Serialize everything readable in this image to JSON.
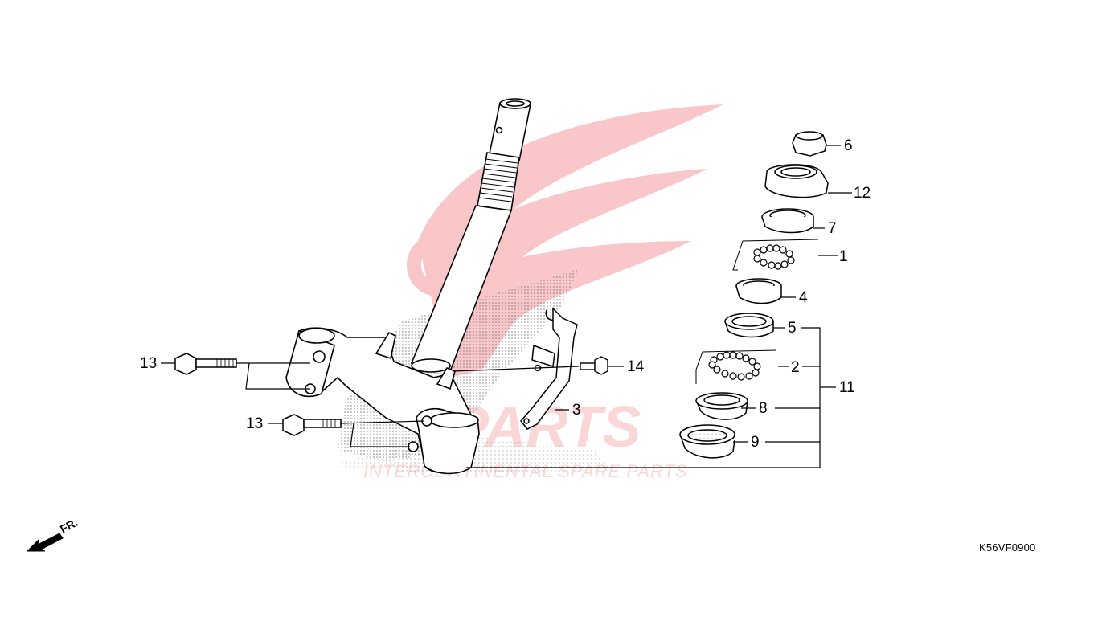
{
  "diagram_code": "K56VF0900",
  "front_indicator": "FR.",
  "watermark": {
    "brand": "PARTS",
    "tagline": "INTERCONTINENTAL SPARE PARTS",
    "color": "#e8202a"
  },
  "callouts": {
    "n1": "1",
    "n2": "2",
    "n3": "3",
    "n4": "4",
    "n5": "5",
    "n6": "6",
    "n7": "7",
    "n8": "8",
    "n9": "9",
    "n11": "11",
    "n12": "12",
    "n13a": "13",
    "n13b": "13",
    "n14": "14"
  },
  "icons": [
    "front-direction-arrow-icon",
    "brand-watermark-logo"
  ]
}
